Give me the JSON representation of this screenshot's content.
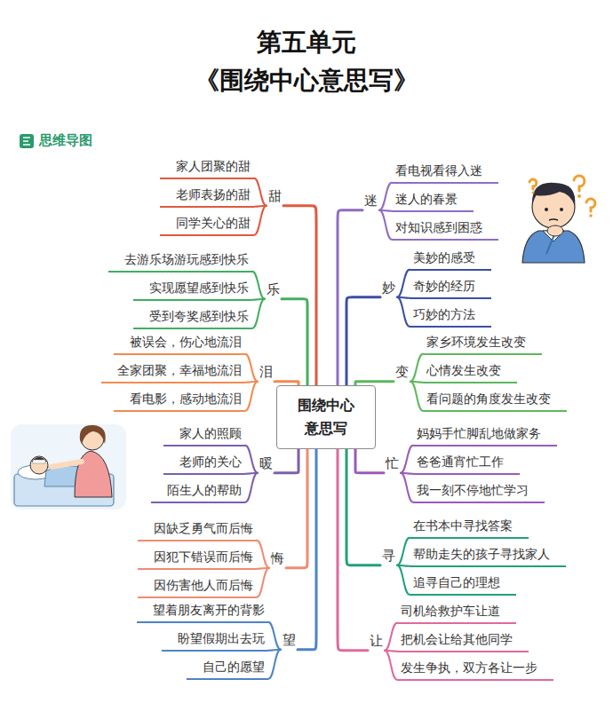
{
  "diagram": {
    "title": "第五单元 《围绕中心意思写》",
    "nodes": [
      {
        "text": [
          "围绕中心 意思写"
        ]
      },
      {
        "text": [
          "甜"
        ]
      },
      {
        "text": [
          "家人团聚的甜"
        ]
      },
      {
        "text": [
          "老师表扬的甜"
        ]
      },
      {
        "text": [
          "同学关心的甜"
        ]
      },
      {
        "text": [
          "乐"
        ]
      },
      {
        "text": [
          "去游乐场游玩感到快乐"
        ]
      },
      {
        "text": [
          "实现愿望感到快乐"
        ]
      },
      {
        "text": [
          "受到夸奖感到快乐"
        ]
      },
      {
        "text": [
          "泪"
        ]
      },
      {
        "text": [
          "被误会，伤心地流泪"
        ]
      },
      {
        "text": [
          "全家团聚，幸福地流泪"
        ]
      },
      {
        "text": [
          "看电影，感动地流泪"
        ]
      },
      {
        "text": [
          "暖"
        ]
      },
      {
        "text": [
          "家人的照顾"
        ]
      },
      {
        "text": [
          "老师的关心"
        ]
      },
      {
        "text": [
          "陌生人的帮助"
        ]
      },
      {
        "text": [
          "悔"
        ]
      },
      {
        "text": [
          "因缺乏勇气而后悔"
        ]
      },
      {
        "text": [
          "因犯下错误而后悔"
        ]
      },
      {
        "text": [
          "因伤害他人而后悔"
        ]
      },
      {
        "text": [
          "望"
        ]
      },
      {
        "text": [
          "望着朋友离开的背影"
        ]
      },
      {
        "text": [
          "盼望假期出去玩"
        ]
      },
      {
        "text": [
          "自己的愿望"
        ]
      },
      {
        "text": [
          "迷"
        ]
      },
      {
        "text": [
          "看电视看得入迷"
        ]
      },
      {
        "text": [
          "迷人的春景"
        ]
      },
      {
        "text": [
          "对知识感到困惑"
        ]
      },
      {
        "text": [
          "妙"
        ]
      },
      {
        "text": [
          "美妙的感受"
        ]
      },
      {
        "text": [
          "奇妙的经历"
        ]
      },
      {
        "text": [
          "巧妙的方法"
        ]
      },
      {
        "text": [
          "变"
        ]
      },
      {
        "text": [
          "家乡环境发生改变"
        ]
      },
      {
        "text": [
          "心情发生改变"
        ]
      },
      {
        "text": [
          "看问题的角度发生改变"
        ]
      },
      {
        "text": [
          "忙"
        ]
      },
      {
        "text": [
          "妈妈手忙脚乱地做家务"
        ]
      },
      {
        "text": [
          "爸爸通宵忙工作"
        ]
      },
      {
        "text": [
          "我一刻不停地忙学习"
        ]
      },
      {
        "text": [
          "寻"
        ]
      },
      {
        "text": [
          "在书本中寻找答案"
        ]
      },
      {
        "text": [
          "帮助走失的孩子寻找家人"
        ]
      },
      {
        "text": [
          "追寻自己的理想"
        ]
      },
      {
        "text": [
          "让"
        ]
      },
      {
        "text": [
          "司机给救护车让道"
        ]
      },
      {
        "text": [
          "把机会让给其他同学"
        ]
      },
      {
        "text": [
          "发生争执，双方各让一步"
        ]
      }
    ],
    "edges": [
      {
        "from": 0,
        "to": 1,
        "arrow": "none"
      },
      {
        "from": 1,
        "to": 2,
        "arrow": "none"
      },
      {
        "from": 1,
        "to": 3,
        "arrow": "none"
      },
      {
        "from": 1,
        "to": 4,
        "arrow": "none"
      },
      {
        "from": 0,
        "to": 5,
        "arrow": "none"
      },
      {
        "from": 5,
        "to": 6,
        "arrow": "none"
      },
      {
        "from": 5,
        "to": 7,
        "arrow": "none"
      },
      {
        "from": 5,
        "to": 8,
        "arrow": "none"
      },
      {
        "from": 0,
        "to": 9,
        "arrow": "none"
      },
      {
        "from": 9,
        "to": 10,
        "arrow": "none"
      },
      {
        "from": 9,
        "to": 11,
        "arrow": "none"
      },
      {
        "from": 9,
        "to": 12,
        "arrow": "none"
      },
      {
        "from": 0,
        "to": 13,
        "arrow": "none"
      },
      {
        "from": 13,
        "to": 14,
        "arrow": "none"
      },
      {
        "from": 13,
        "to": 15,
        "arrow": "none"
      },
      {
        "from": 13,
        "to": 16,
        "arrow": "none"
      },
      {
        "from": 0,
        "to": 17,
        "arrow": "none"
      },
      {
        "from": 17,
        "to": 18,
        "arrow": "none"
      },
      {
        "from": 17,
        "to": 19,
        "arrow": "none"
      },
      {
        "from": 17,
        "to": 20,
        "arrow": "none"
      },
      {
        "from": 0,
        "to": 21,
        "arrow": "none"
      },
      {
        "from": 21,
        "to": 22,
        "arrow": "none"
      },
      {
        "from": 21,
        "to": 23,
        "arrow": "none"
      },
      {
        "from": 21,
        "to": 24,
        "arrow": "none"
      },
      {
        "from": 0,
        "to": 25,
        "arrow": "none"
      },
      {
        "from": 25,
        "to": 26,
        "arrow": "none"
      },
      {
        "from": 25,
        "to": 27,
        "arrow": "none"
      },
      {
        "from": 25,
        "to": 28,
        "arrow": "none"
      },
      {
        "from": 0,
        "to": 29,
        "arrow": "none"
      },
      {
        "from": 29,
        "to": 30,
        "arrow": "none"
      },
      {
        "from": 29,
        "to": 31,
        "arrow": "none"
      },
      {
        "from": 29,
        "to": 32,
        "arrow": "none"
      },
      {
        "from": 0,
        "to": 33,
        "arrow": "none"
      },
      {
        "from": 33,
        "to": 34,
        "arrow": "none"
      },
      {
        "from": 33,
        "to": 35,
        "arrow": "none"
      },
      {
        "from": 33,
        "to": 36,
        "arrow": "none"
      },
      {
        "from": 0,
        "to": 37,
        "arrow": "none"
      },
      {
        "from": 37,
        "to": 38,
        "arrow": "none"
      },
      {
        "from": 37,
        "to": 39,
        "arrow": "none"
      },
      {
        "from": 37,
        "to": 40,
        "arrow": "none"
      },
      {
        "from": 0,
        "to": 41,
        "arrow": "none"
      },
      {
        "from": 41,
        "to": 42,
        "arrow": "none"
      },
      {
        "from": 41,
        "to": 43,
        "arrow": "none"
      },
      {
        "from": 41,
        "to": 44,
        "arrow": "none"
      },
      {
        "from": 0,
        "to": 45,
        "arrow": "none"
      },
      {
        "from": 45,
        "to": 46,
        "arrow": "none"
      },
      {
        "from": 45,
        "to": 47,
        "arrow": "none"
      },
      {
        "from": 45,
        "to": 48,
        "arrow": "none"
      }
    ],
    "labels": [
      "思维导图"
    ]
  }
}
